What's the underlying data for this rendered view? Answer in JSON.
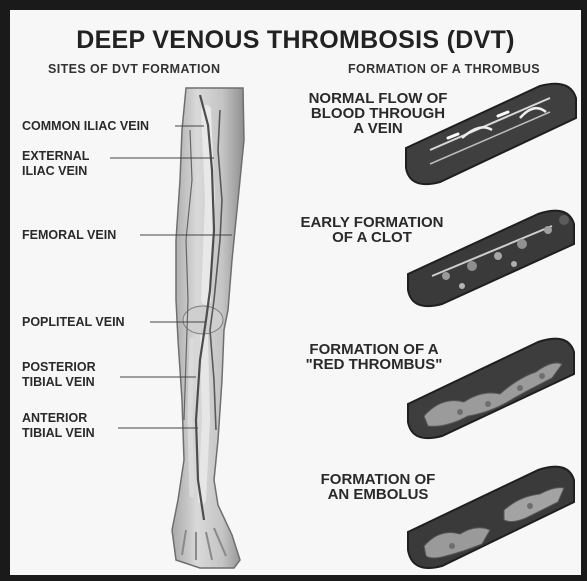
{
  "title": "DEEP VENOUS THROMBOSIS (DVT)",
  "left_heading": "SITES OF DVT FORMATION",
  "right_heading": "FORMATION OF A THROMBUS",
  "veins": [
    "COMMON ILIAC VEIN",
    "EXTERNAL\nILIAC VEIN",
    "FEMORAL VEIN",
    "POPLITEAL VEIN",
    "POSTERIOR\nTIBIAL VEIN",
    "ANTERIOR\nTIBIAL VEIN"
  ],
  "stages": [
    "NORMAL FLOW OF\nBLOOD THROUGH\nA VEIN",
    "EARLY FORMATION\nOF A CLOT",
    "FORMATION OF A\n\"RED THROMBUS\"",
    "FORMATION OF\nAN EMBOLUS"
  ]
}
